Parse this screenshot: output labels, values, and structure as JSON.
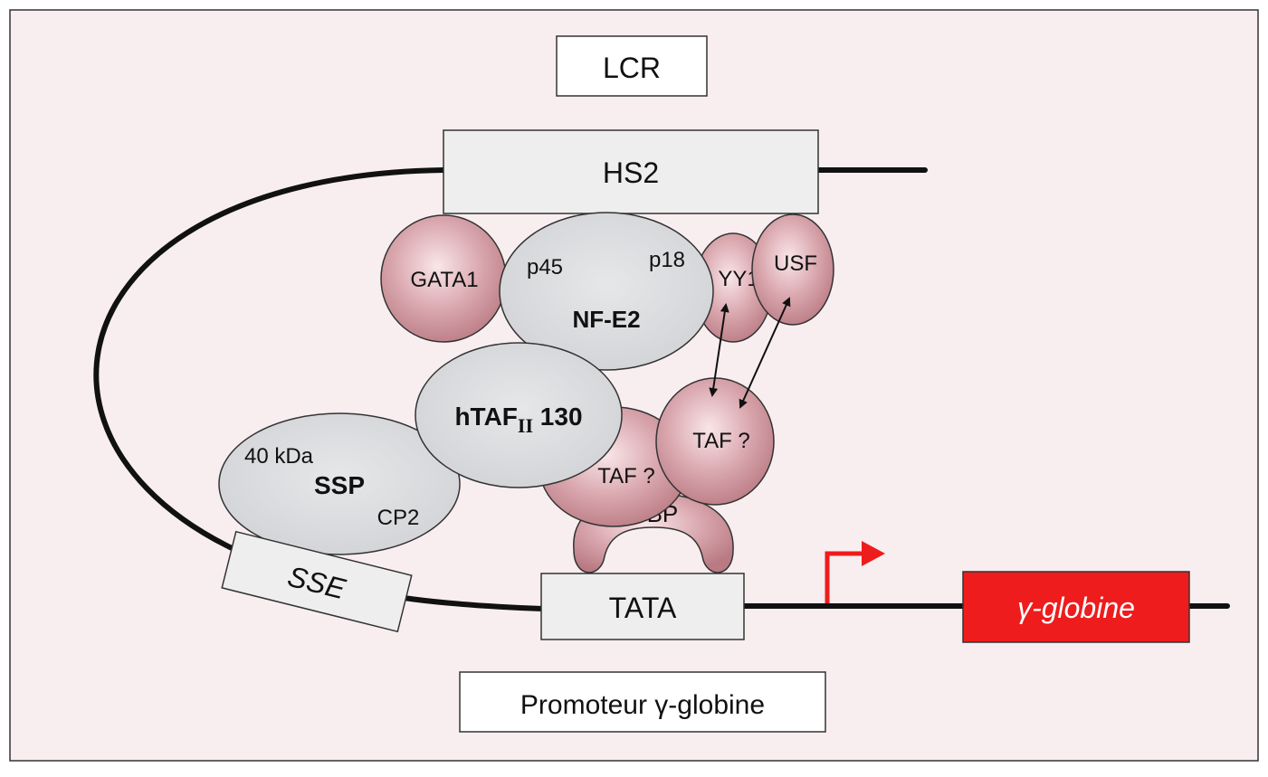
{
  "labels": {
    "lcr": "LCR",
    "hs2": "HS2",
    "gata1": "GATA1",
    "p45": "p45",
    "p18": "p18",
    "nfe2": "NF-E2",
    "yy1": "YY1",
    "usf": "USF",
    "htaf_main": "hTAF",
    "htaf_sub": "II",
    "htaf_num": " 130",
    "taf_right": "TAF ?",
    "taf_left": "TAF ?",
    "kda": "40 kDa",
    "ssp": "SSP",
    "cp2": "CP2",
    "tbp": "TBP",
    "sse": "SSE",
    "tata": "TATA",
    "gene": "γ-globine",
    "promoter": "Promoteur γ-globine"
  },
  "colors": {
    "background": "#f8eef0",
    "pink_protein": "#c98a92",
    "pink_light": "#f6e2e5",
    "grey_protein": "#d8d9db",
    "box_fill": "#eeeeee",
    "gene_red": "#ee1c1c",
    "arrow_red": "#ee1c1c",
    "dna": "#111111"
  }
}
